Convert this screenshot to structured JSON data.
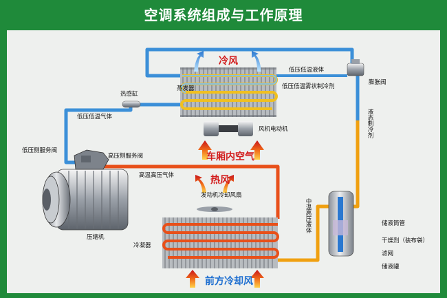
{
  "title": "空调系统组成与工作原理",
  "labels": {
    "cold_air": "冷风",
    "evaporator": "蒸发器",
    "thermal_bulb": "热感缸",
    "low_temp_low_pressure_liquid": "低压低温液体",
    "expansion_valve": "膨胀阀",
    "low_temp_low_pressure_mist": "低压低温雾状制冷剂",
    "liquid_refrigerant": "液态制冷剂",
    "low_pressure_low_temp_gas": "低压低温气体",
    "fan_motor": "风机电动机",
    "low_side_service_valve": "低压侧服务阀",
    "high_side_service_valve": "高压侧服务阀",
    "cabin_air": "车厢内空气",
    "high_temp_high_pressure_gas": "高温高压气体",
    "hot_air": "热风",
    "engine_fan": "发动机冷却风扇",
    "mid_temp_high_pressure_liquid": "中温高压液体",
    "receiver_tube": "储液筒管",
    "desiccant": "干燥剂（装布袋）",
    "filter_screen": "滤网",
    "receiver_drier": "储液罐",
    "compressor": "压缩机",
    "condenser": "冷凝器",
    "front_cooling_air": "前方冷却风"
  },
  "colors": {
    "background": "#1f8a3a",
    "panel": "#eef0ee",
    "low_pressure_pipe": "#3b8fd8",
    "high_pressure_pipe": "#e8501a",
    "liquid_pipe": "#f0a010",
    "hot_text": "#d21c1c",
    "cool_text": "#1e6fd0"
  }
}
